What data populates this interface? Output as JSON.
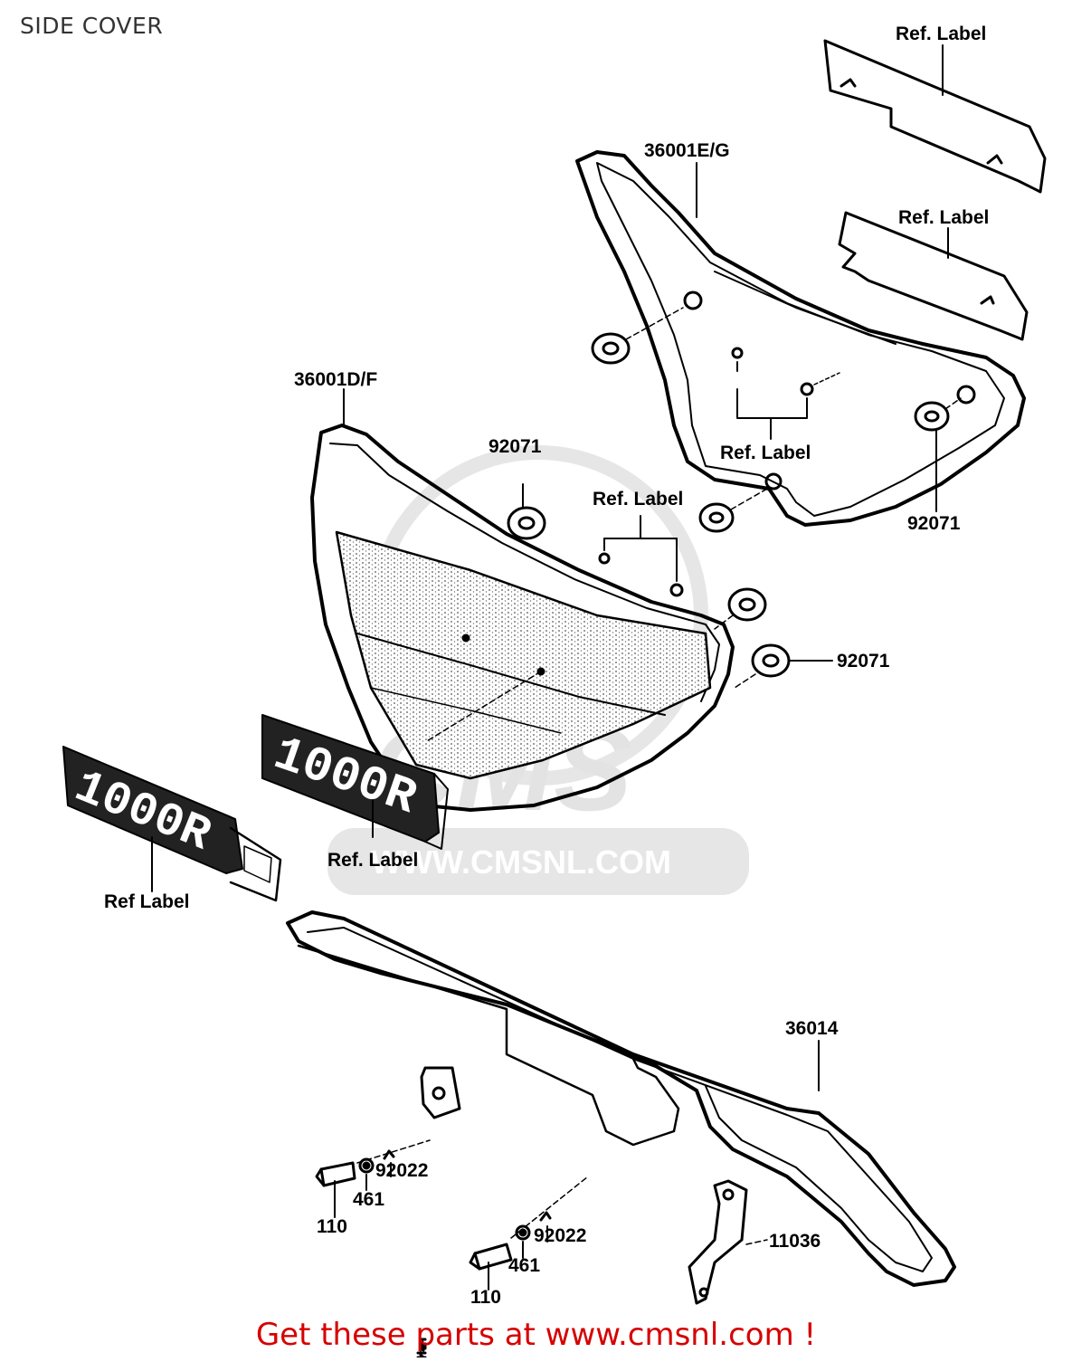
{
  "header": {
    "title": "SIDE COVER"
  },
  "footer": {
    "link_text": "Get these parts at www.cmsnl.com !"
  },
  "watermark": {
    "logo_text": "CMS",
    "url_text": "WWW.CMSNL.COM"
  },
  "parts": {
    "side_cover_rh": "36001E/G",
    "side_cover_lh": "36001D/F",
    "cover_bottom": "36014",
    "bracket": "11036",
    "grommet_1": "92071",
    "grommet_2": "92071",
    "grommet_3": "92071",
    "washer_1": "92022",
    "washer_2": "92022",
    "spacer_1": "461",
    "spacer_2": "461",
    "bolt_1": "110",
    "bolt_2": "110"
  },
  "labels": {
    "ref_label_1": "Ref. Label",
    "ref_label_2": "Ref. Label",
    "ref_label_3": "Ref. Label",
    "ref_label_4": "Ref. Label",
    "ref_label_5": "Ref. Label",
    "ref_label_6": "Ref  Label"
  },
  "emblems": {
    "emblem_text_1": "1000R",
    "emblem_text_2": "1000R"
  },
  "colors": {
    "footer": "#d60000",
    "line": "#000000",
    "watermark": "#e3e3e3"
  }
}
